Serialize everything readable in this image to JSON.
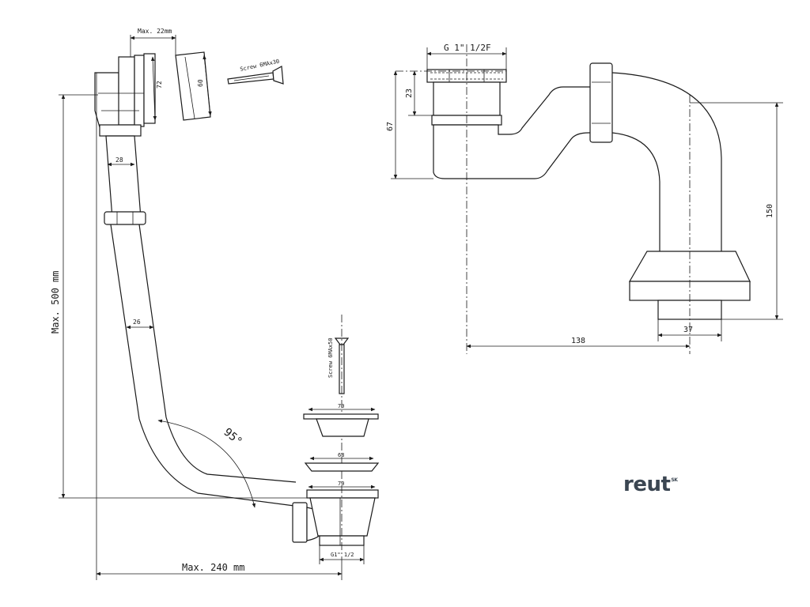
{
  "left_view": {
    "max_22mm": "Max. 22mm",
    "dia_72": "72",
    "dia_60": "60",
    "screw_top": "Screw 6MAx30",
    "width_28": "28",
    "width_26": "26",
    "angle": "95°",
    "max_height": "Max. 500 mm",
    "max_width": "Max. 240 mm",
    "screw_bottom": "Screw 6MAx50",
    "dia_70_top": "70",
    "dia_68": "68",
    "dia_70_bottom": "70",
    "thread": "G1\" 1/2"
  },
  "right_view": {
    "thread_label": "G 1\" 1/2F",
    "dim_23": "23",
    "dim_67": "67",
    "dim_150": "150",
    "dim_138": "138",
    "dim_37": "37"
  },
  "brand": {
    "logo_text": "reut",
    "logo_suffix": "SK",
    "color": "#3b4652"
  }
}
